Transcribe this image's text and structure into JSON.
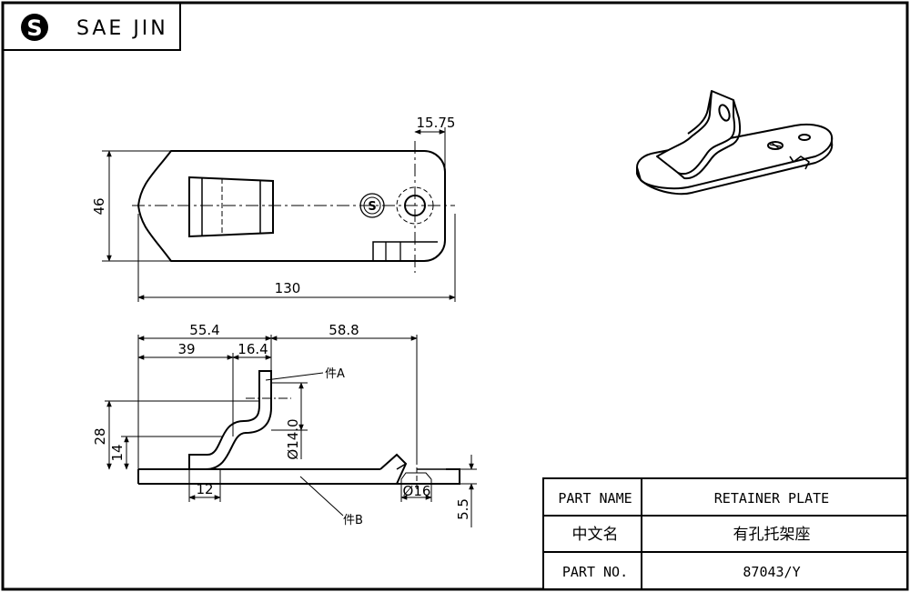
{
  "title_block": {
    "brand": "SAE JIN",
    "part_name_label": "PART NAME",
    "part_name_value": "RETAINER PLATE",
    "chinese_name_label": "中文名",
    "chinese_name_value": "有孔托架座",
    "part_no_label": "PART NO.",
    "part_no_value": "87043/Y"
  },
  "top_view": {
    "dim_width": "130",
    "dim_height": "46",
    "dim_hole_offset": "15.75"
  },
  "front_view": {
    "dim_total_left": "55.4",
    "dim_total_right": "58.8",
    "dim_39": "39",
    "dim_16_4": "16.4",
    "dim_28": "28",
    "dim_14": "14",
    "dim_12": "12",
    "dim_dia14": "Ø14.0",
    "dim_dia16": "Ø16",
    "dim_5_5": "5.5",
    "label_part_a": "件A",
    "label_part_b": "件B"
  }
}
